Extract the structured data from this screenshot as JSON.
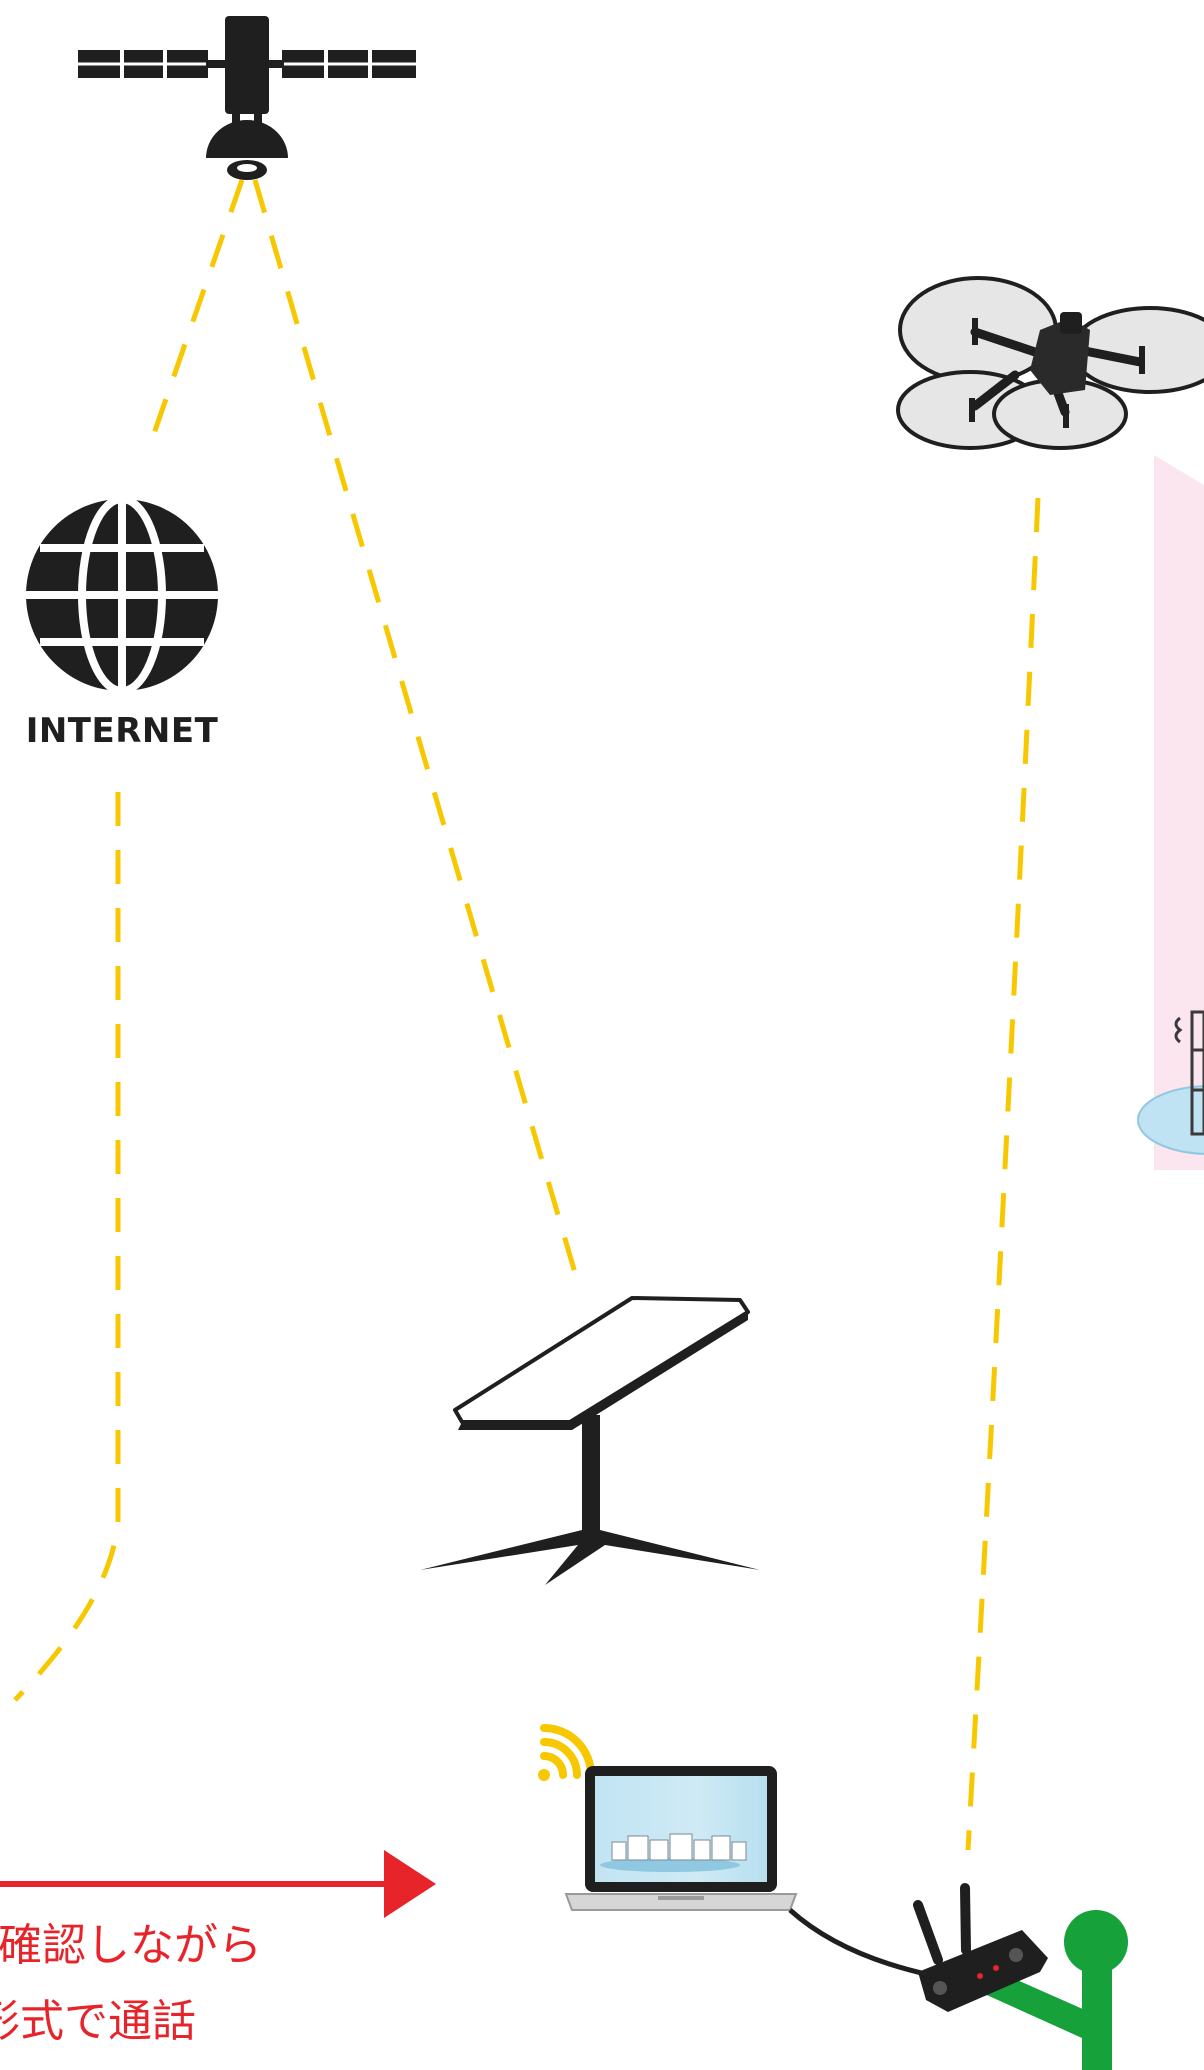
{
  "labels": {
    "internet": "INTERNET",
    "caption_line1": "確認しながら",
    "caption_line2": "形式で通話"
  },
  "icons": {
    "satellite": "satellite-icon",
    "globe": "globe-icon",
    "drone": "drone-icon",
    "dish": "satellite-dish-icon",
    "laptop": "laptop-icon",
    "wifi": "wifi-icon",
    "controller": "drone-controller-icon",
    "person": "person-icon",
    "tower": "tower-icon"
  },
  "colors": {
    "link_dashed": "#f7c800",
    "arrow": "#e8242b",
    "person": "#17a13a",
    "device_dark": "#1f1f1f",
    "zone_pink": "#fbe6ef",
    "zone_blue": "#bfe3f2",
    "wifi": "#f7c800"
  }
}
